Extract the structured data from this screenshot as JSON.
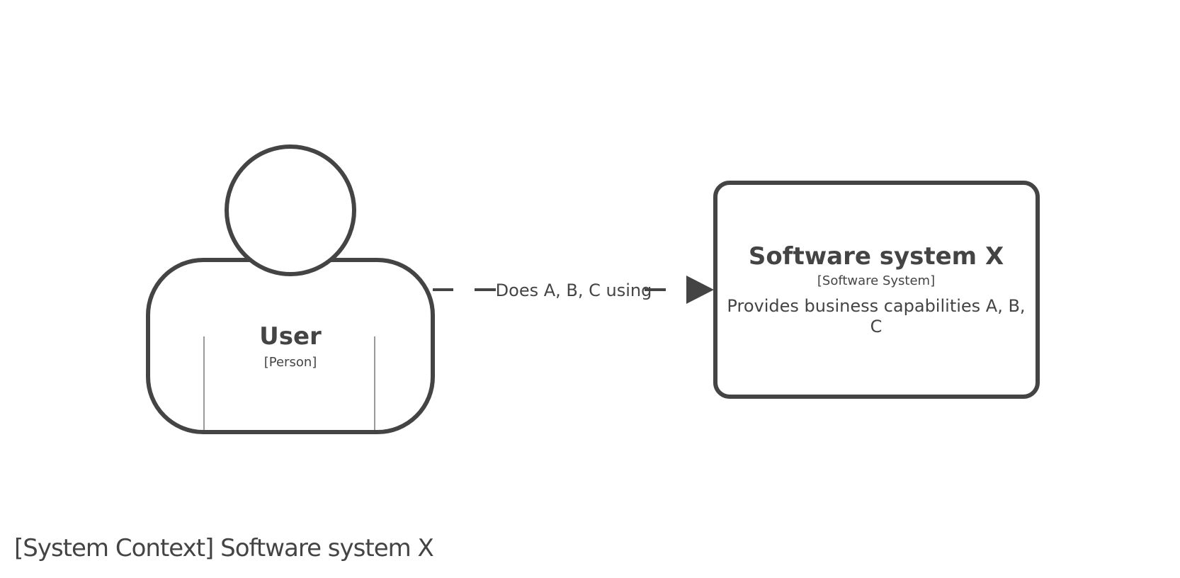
{
  "diagram_title": "[System Context] Software system X",
  "colors": {
    "stroke": "#444444",
    "text": "#444444",
    "inner_line": "#999999",
    "background": "#ffffff"
  },
  "elements": {
    "person": {
      "name": "User",
      "type": "[Person]"
    },
    "software_system": {
      "name": "Software system X",
      "type": "[Software System]",
      "description_line1": "Provides business capabilities A, B,",
      "description_line2": "C"
    }
  },
  "relationship": {
    "label": "Does A, B, C using",
    "style": "dashed",
    "arrowhead": "filled-triangle"
  }
}
